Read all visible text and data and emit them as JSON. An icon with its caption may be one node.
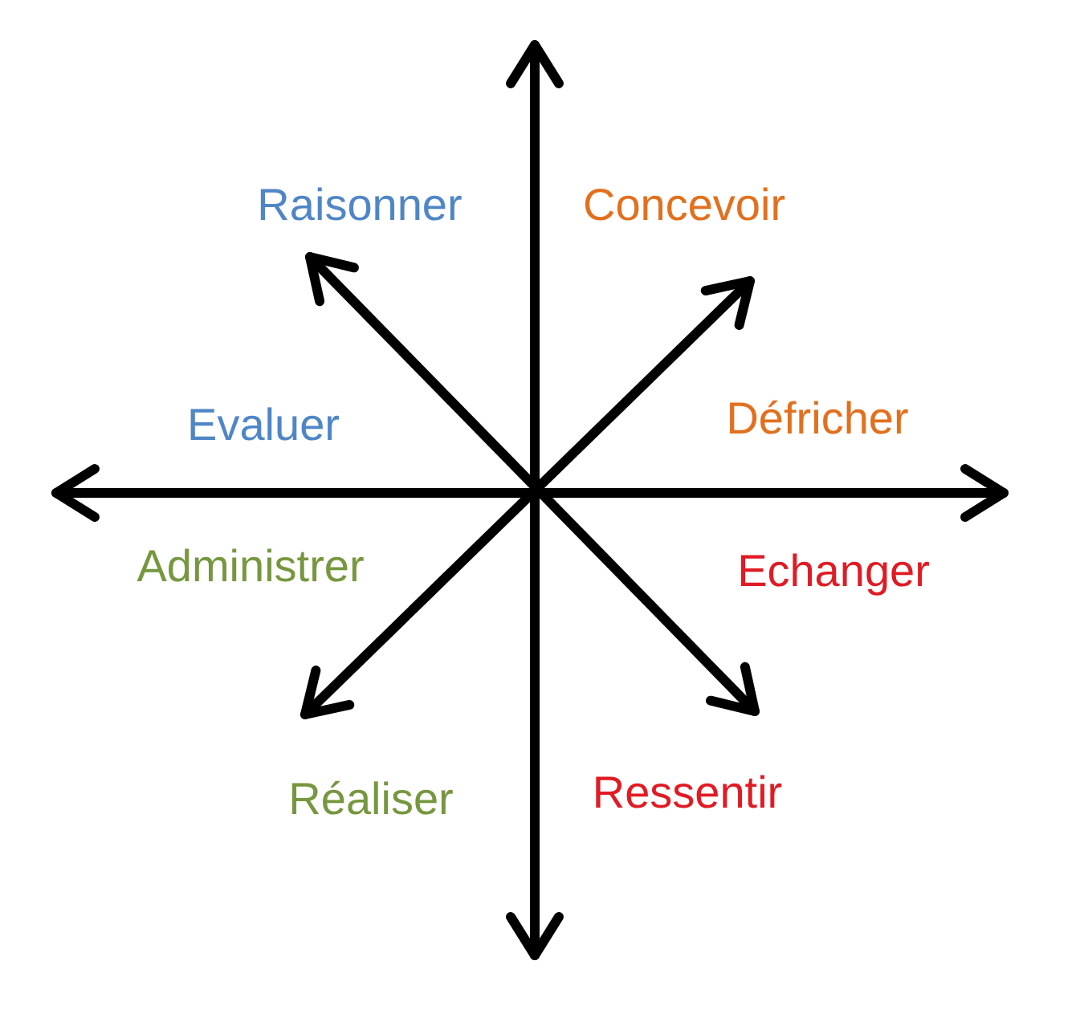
{
  "diagram": {
    "labels": [
      "Raisonner",
      "Concevoir",
      "Evaluer",
      "Défricher",
      "Administrer",
      "Echanger",
      "Réaliser",
      "Ressentir"
    ]
  }
}
